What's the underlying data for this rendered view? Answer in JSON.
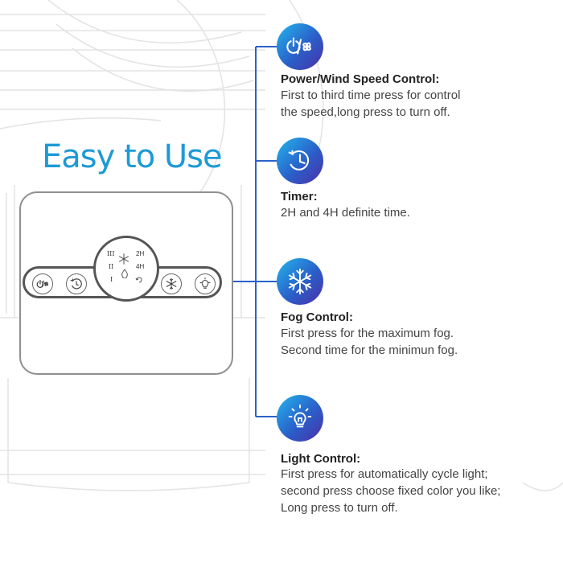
{
  "headline": "Easy to Use",
  "colors": {
    "accent": "#1d9ad6",
    "line": "#2a62c9",
    "icon_gradient_start": "#23b6ec",
    "icon_gradient_end": "#4b2fa8"
  },
  "panel": {
    "display": {
      "levels": [
        "III",
        "II",
        "I"
      ],
      "timers": [
        "2H",
        "4H"
      ]
    },
    "buttons": [
      "power-fan-icon",
      "timer-icon",
      "snowflake-icon",
      "bulb-icon"
    ]
  },
  "features": [
    {
      "icon": "power-fan-icon",
      "title": "Power/Wind Speed Control:",
      "desc": "First to third time press for control\nthe speed,long press to turn off."
    },
    {
      "icon": "timer-icon",
      "title": "Timer:",
      "desc": "2H and 4H definite time."
    },
    {
      "icon": "snowflake-icon",
      "title": "Fog Control:",
      "desc": "First press for the maximum fog.\nSecond time for the minimun fog."
    },
    {
      "icon": "bulb-icon",
      "title": "Light Control:",
      "desc": "First press for automatically cycle light;\nsecond press choose fixed color you like;\nLong press to turn off."
    }
  ]
}
